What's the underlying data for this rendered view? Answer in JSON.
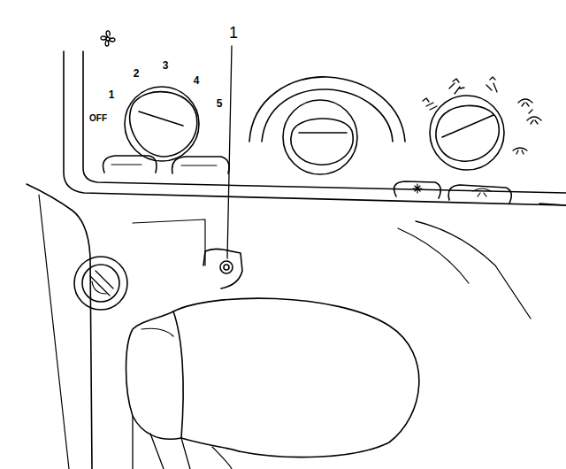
{
  "diagram": {
    "labels": [
      "1",
      "OFF",
      "1",
      "2",
      "3",
      "4",
      "5"
    ]
  }
}
